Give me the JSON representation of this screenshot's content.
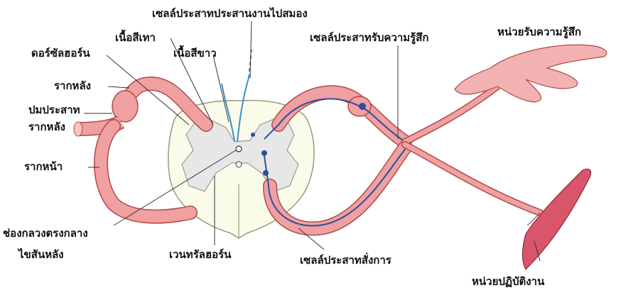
{
  "labels": {
    "interneuron": "เซลล์ประสาทประสานงานไปสมอง",
    "dorsal_horn": "ดอร์ซัลฮอร์น",
    "gray_matter": "เนื้อสีเทา",
    "white_matter": "เนื้อสีขาว",
    "sensory_neuron": "เซลล์ประสาทรับความรู้สึก",
    "receptor": "หน่วยรับความรู้สึก",
    "dorsal_root": "รากหลัง",
    "ganglion_line1": "ปมประสาท",
    "ganglion_line2": "รากหลัง",
    "ventral_root": "รากหน้า",
    "central_canal": "ช่องกลวงตรงกลาง",
    "spinal_cord": "ไขสันหลัง",
    "ventral_horn": "เวนทรัลฮอร์น",
    "motor_neuron": "เซลล์ประสาทสั่งการ",
    "effector": "หน่วยปฏิบัติงาน"
  },
  "colors": {
    "nerve": "#f0a0a0",
    "nerve_edge": "#b04a4a",
    "cord_white": "#fbfbea",
    "cord_gray": "#e7e7e7",
    "neuron": "#2a4fa0",
    "interneuron_blue": "#3a8fd0",
    "muscle": "#d9556a"
  }
}
